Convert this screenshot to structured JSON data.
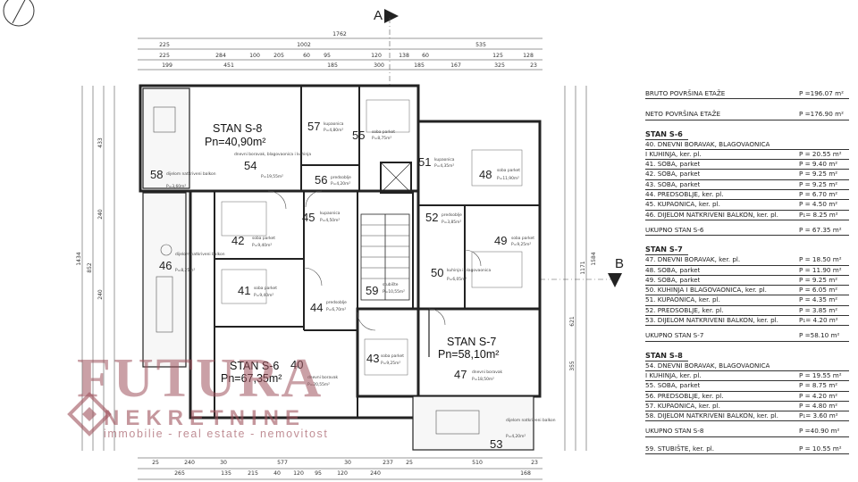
{
  "plan": {
    "section_a": "A",
    "section_b": "B",
    "dims_top": {
      "overall": "1762",
      "row1": [
        "225",
        "1002",
        "535"
      ],
      "row2": [
        "225",
        "284",
        "100",
        "205",
        "60",
        "95",
        "120",
        "138",
        "60",
        "125",
        "128"
      ],
      "row3": [
        "199",
        "451",
        "185",
        "300",
        "185",
        "167",
        "325",
        "23"
      ]
    },
    "dims_bottom": {
      "row1": [
        "25",
        "240",
        "30",
        "577",
        "30",
        "237",
        "25",
        "510",
        "23"
      ],
      "row2": [
        "265",
        "135",
        "215",
        "40",
        "120",
        "95",
        "120",
        "240",
        "168"
      ]
    },
    "dims_left": [
      "433",
      "240",
      "240",
      "852",
      "1434"
    ],
    "dims_right": [
      "1171",
      "1584",
      "621",
      "355"
    ],
    "units": [
      {
        "name": "STAN S-8",
        "area": "Pn=40,90m²"
      },
      {
        "name": "STAN S-7",
        "area": "Pn=58,10m²"
      },
      {
        "name": "STAN S-6",
        "area": "Pn=67,35m²"
      }
    ],
    "rooms": [
      {
        "num": "54",
        "label": "dnevni boravak, blagovaonica i kuhinja",
        "area": "P=19,55m²"
      },
      {
        "num": "55",
        "label": "soba parket",
        "area": "P=8,75m²"
      },
      {
        "num": "56",
        "label": "predsoblje",
        "area": "P=4,20m²"
      },
      {
        "num": "57",
        "label": "kupaonica",
        "area": "P=4,80m²"
      },
      {
        "num": "58",
        "label": "dijelom natkriveni balkon",
        "area": "P=3,60m²"
      },
      {
        "num": "48",
        "label": "soba parket",
        "area": "P=11,90m²"
      },
      {
        "num": "51",
        "label": "kupaonica",
        "area": "P=4,35m²"
      },
      {
        "num": "52",
        "label": "predsoblje",
        "area": "P=3,85m²"
      },
      {
        "num": "49",
        "label": "soba parket",
        "area": "P=9,25m²"
      },
      {
        "num": "50",
        "label": "kuhinja i blagovaonica",
        "area": "P=6,05m²"
      },
      {
        "num": "47",
        "label": "dnevni boravak",
        "area": "P=18,50m²"
      },
      {
        "num": "53",
        "label": "dijelom natkriveni balkon",
        "area": "P=4,20m²"
      },
      {
        "num": "59",
        "label": "stubište",
        "area": "P=10,55m²"
      },
      {
        "num": "42",
        "label": "soba parket",
        "area": "P=9,40m²"
      },
      {
        "num": "45",
        "label": "kupaonica",
        "area": "P=4,50m²"
      },
      {
        "num": "46",
        "label": "dijelom natkriveni balkon",
        "area": "P=8,25m²"
      },
      {
        "num": "41",
        "label": "soba parket",
        "area": "P=9,40m²"
      },
      {
        "num": "44",
        "label": "predsoblje",
        "area": "P=6,70m²"
      },
      {
        "num": "43",
        "label": "soba parket",
        "area": "P=9,25m²"
      },
      {
        "num": "40",
        "label": "dnevni boravak",
        "area": "P=20,55m²"
      }
    ]
  },
  "schedule": {
    "bruto_label": "BRUTO POVRŠINA ETAŽE",
    "bruto_value": "P =196.07 m²",
    "neto_label": "NETO POVRŠINA ETAŽE",
    "neto_value": "P =176.90 m²",
    "s6": {
      "title": "STAN S-6",
      "items": [
        {
          "label": "40. DNEVNI BORAVAK, BLAGOVAONICA",
          "value": ""
        },
        {
          "label": "       I KUHINJA, ker. pl.",
          "value": "P = 20.55 m²"
        },
        {
          "label": "41. SOBA, parket",
          "value": "P = 9.40 m²"
        },
        {
          "label": "42. SOBA, parket",
          "value": "P = 9.25 m²"
        },
        {
          "label": "43. SOBA, parket",
          "value": "P = 9.25 m²"
        },
        {
          "label": "44. PREDSOBLJE, ker. pl.",
          "value": "P = 6.70 m²"
        },
        {
          "label": "45. KUPAONICA, ker. pl.",
          "value": "P = 4.50 m²"
        },
        {
          "label": "46. DIJELOM NATKRIVENI BALKON, ker. pl.",
          "value": "P₁= 8.25 m²"
        }
      ],
      "total_label": "UKUPNO STAN  S-6",
      "total_value": "P = 67.35 m²"
    },
    "s7": {
      "title": "STAN S-7",
      "items": [
        {
          "label": "47. DNEVNI BORAVAK, ker. pl.",
          "value": "P = 18.50 m²"
        },
        {
          "label": "48. SOBA, parket",
          "value": "P = 11.90 m²"
        },
        {
          "label": "49. SOBA, parket",
          "value": "P = 9.25 m²"
        },
        {
          "label": "50. KUHINJA I BLAGOVAONICA, ker. pl.",
          "value": "P = 6.05 m²"
        },
        {
          "label": "51. KUPAONICA, ker. pl.",
          "value": "P = 4.35 m²"
        },
        {
          "label": "52. PREDSOBLJE, ker. pl.",
          "value": "P = 3.85 m²"
        },
        {
          "label": "53. DIJELOM NATKRIVENI BALKON, ker. pl.",
          "value": "P₁= 4.20 m²"
        }
      ],
      "total_label": "UKUPNO STAN  S-7",
      "total_value": "P =58.10 m²"
    },
    "s8": {
      "title": "STAN S-8",
      "items": [
        {
          "label": "54. DNEVNI BORAVAK, BLAGOVAONICA",
          "value": ""
        },
        {
          "label": "       I KUHINJA, ker. pl.",
          "value": "P = 19.55 m²"
        },
        {
          "label": "55. SOBA, parket",
          "value": "P = 8.75 m²"
        },
        {
          "label": "56. PREDSOBLJE, ker. pl.",
          "value": "P = 4.20 m²"
        },
        {
          "label": "57. KUPAONICA, ker. pl.",
          "value": "P = 4.80 m²"
        },
        {
          "label": "58. DIJELOM NATKRIVENI BALKON, ker. pl.",
          "value": "P₁= 3.60 m²"
        }
      ],
      "total_label": "UKUPNO STAN  S-8",
      "total_value": "P =40.90 m²"
    },
    "stair": {
      "label": "59. STUBIŠTE, ker. pl.",
      "value": "P = 10.55 m²"
    }
  },
  "watermark": {
    "brand": "FUTURA",
    "sub": "NEKRETNINE",
    "tagline": "immobilie - real estate - nemovitost"
  }
}
